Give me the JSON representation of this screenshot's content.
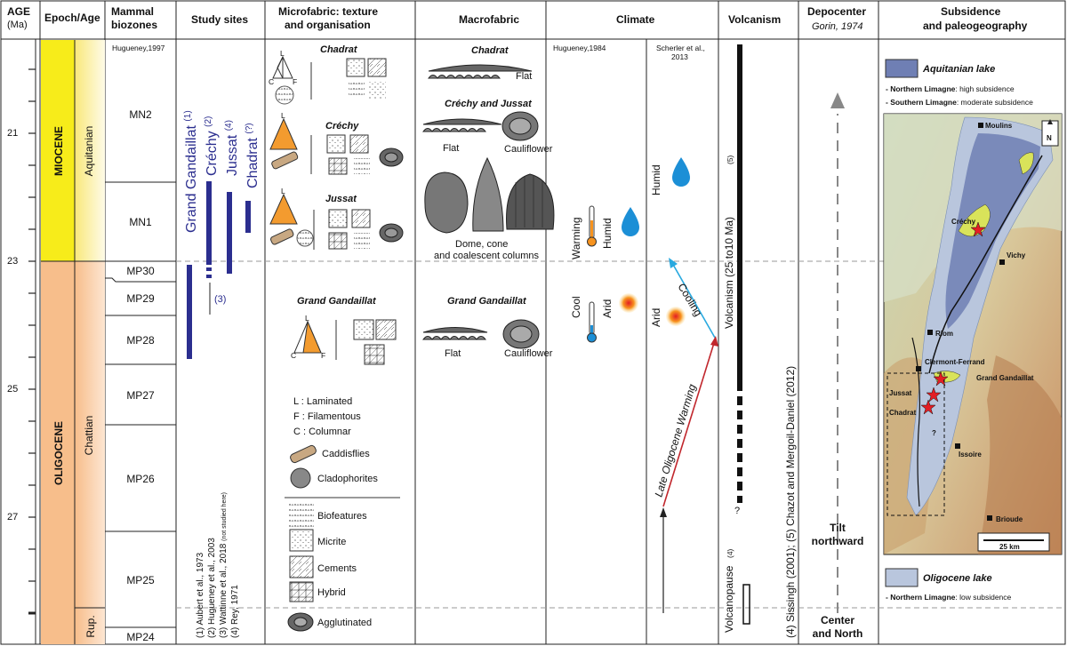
{
  "headers": {
    "age": "AGE",
    "age_unit": "(Ma)",
    "epoch_age": "Epoch/Age",
    "mammal": "Mammal",
    "biozones": "biozones",
    "study_sites": "Study sites",
    "microfabric_1": "Microfabric: texture",
    "microfabric_2": "and organisation",
    "macrofabric": "Macrofabric",
    "climate": "Climate",
    "volcanism": "Volcanism",
    "depocenter": "Depocenter",
    "depocenter_sub": "Gorin, 1974",
    "subsidence_1": "Subsidence",
    "subsidence_2": "and paleogeography"
  },
  "ages": [
    "21",
    "23",
    "25",
    "27"
  ],
  "epochs": {
    "miocene": "MIOCENE",
    "oligocene": "OLIGOCENE"
  },
  "stages": {
    "aquitanian": "Aquitanian",
    "chattian": "Chattian",
    "rupelian": "Rup."
  },
  "biozones": {
    "ref": "Hugueney,1997",
    "zones": [
      "MN2",
      "MN1",
      "MP30",
      "MP29",
      "MP28",
      "MP27",
      "MP26",
      "MP25",
      "MP24"
    ]
  },
  "sites": {
    "grand_gandaillat": "Grand Gandaillat",
    "grand_gandaillat_n": "(1)",
    "crechy": "Créchy",
    "crechy_n": "(2)",
    "jussat": "Jussat",
    "jussat_n": "(4)",
    "chadrat": "Chadrat",
    "chadrat_n": "(?)",
    "note3": "(3)",
    "refs": [
      "(1)  Aubert et al., 1973",
      "(2)  Hugueney et al., 2003",
      "(3)  Wattinne et al., 2018",
      "(4)  Rey, 1971"
    ],
    "ref3_note": "(not studied here)"
  },
  "microfabric": {
    "chadrat": "Chadrat",
    "crechy": "Créchy",
    "jussat": "Jussat",
    "grand_gandaillat": "Grand Gandaillat",
    "tri_l": "L",
    "tri_c": "C",
    "tri_f": "F",
    "legend": {
      "l": "L :   Laminated",
      "f": "F :   Filamentous",
      "c": "C :   Columnar",
      "caddis": "Caddisflies",
      "clado": "Cladophorites",
      "bio": "Biofeatures",
      "micrite": "Micrite",
      "cements": "Cements",
      "hybrid": "Hybrid",
      "agglut": "Agglutinated"
    }
  },
  "macrofabric": {
    "chadrat": "Chadrat",
    "flat": "Flat",
    "crechy_jussat": "Créchy and Jussat",
    "cauliflower": "Cauliflower",
    "dome1": "Dome, cone",
    "dome2": "and coalescent columns",
    "grand_gandaillat": "Grand Gandaillat"
  },
  "climate": {
    "ref1": "Hugueney,1984",
    "ref2a": "Scherler et al.,",
    "ref2b": "2013",
    "warming": "Warming",
    "humid": "Humid",
    "cool": "Cool",
    "arid": "Arid",
    "cooling": "Cooling",
    "late_warming": "Late Oligocene Warming"
  },
  "volcanism": {
    "main": "Volcanism (25 to10 Ma)",
    "main_n": "(5)",
    "pause": "Volcanopause",
    "pause_n": "(4)",
    "refs": "(4) Sissingh (2001); (5) Chazot and Mergoil-Daniel (2012)",
    "q": "?"
  },
  "depocenter": {
    "tilt1": "Tilt",
    "tilt2": "northward",
    "center1": "Center",
    "center2": "and North"
  },
  "subsidence": {
    "aquitanian_lake": "Aquitanian lake",
    "north_label": "- Northern Limagne",
    "north_text": ": high subsidence",
    "south_label": "- Southern Limagne",
    "south_text": ": moderate subsidence",
    "oligocene_lake": "Oligocene lake",
    "olig_label": "- Northern Limagne",
    "olig_text": ": low subsidence",
    "scale": "25 km",
    "north_arrow": "N",
    "map_q": "?",
    "towns": [
      "Moulins",
      "Vichy",
      "Créchy",
      "Riom",
      "Clermont-Ferrand",
      "Grand Gandaillat",
      "Jussat",
      "Chadrat",
      "Issoire",
      "Brioude"
    ],
    "colors": {
      "aquitanian": "#6f7fb4",
      "oligocene": "#b9c6dd"
    }
  },
  "colors": {
    "miocene": "#f7ec1a",
    "oligocene": "#f7c08f",
    "site_bar": "#2b2e8f",
    "triangle": "#f39b2f",
    "cooling_arrow": "#29a9df",
    "warming_arrow": "#c1272d"
  }
}
